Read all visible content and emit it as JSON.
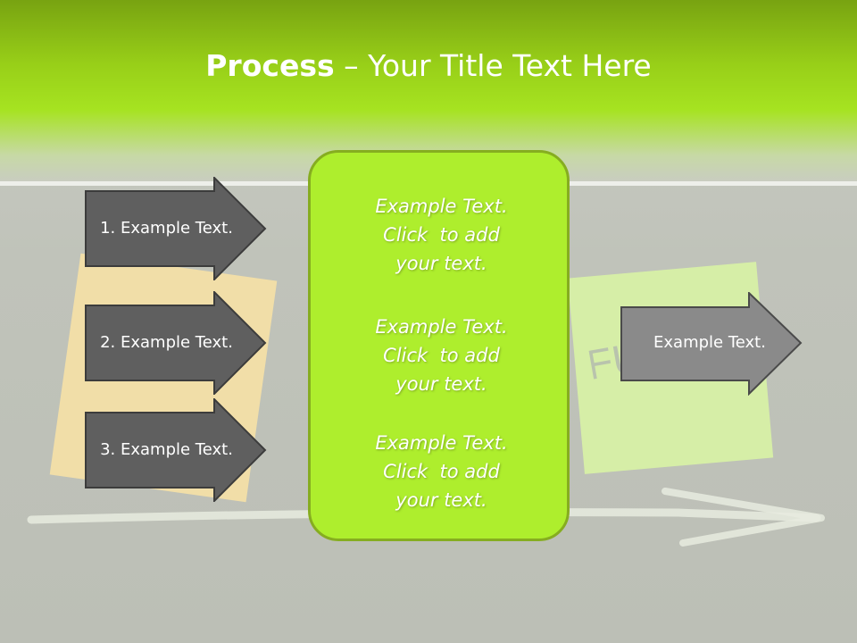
{
  "slide": {
    "title_bold": "Process",
    "title_rest": " – Your Title Text Here",
    "left_arrows": [
      {
        "label": "1. Example Text."
      },
      {
        "label": "2. Example Text."
      },
      {
        "label": "3. Example Text."
      }
    ],
    "center_blocks": [
      {
        "line1": "Example Text.",
        "line2": "Click  to add",
        "line3": "your text."
      },
      {
        "line1": "Example Text.",
        "line2": "Click  to add",
        "line3": "your text."
      },
      {
        "line1": "Example Text.",
        "line2": "Click  to add",
        "line3": "your text."
      }
    ],
    "right_arrow": {
      "label": "Example Text."
    }
  },
  "colors": {
    "accent_green": "#aeee2d",
    "arrow_fill": "#5f5f5f",
    "arrow_fill_light": "#8a8a8a",
    "header_green": "#98cf18"
  }
}
